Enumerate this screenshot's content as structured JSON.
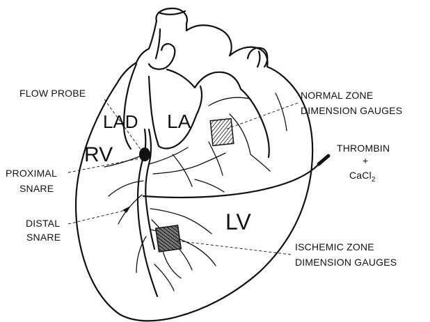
{
  "labels": {
    "flow_probe": "FLOW PROBE",
    "lad": "LAD",
    "la": "LA",
    "rv": "RV",
    "lv": "LV",
    "proximal_snare_1": "PROXIMAL",
    "proximal_snare_2": "SNARE",
    "distal_snare_1": "DISTAL",
    "distal_snare_2": "SNARE",
    "normal_zone_1": "NORMAL ZONE",
    "normal_zone_2": "DIMENSION GAUGES",
    "thrombin_1": "THROMBIN",
    "thrombin_plus": "+",
    "thrombin_2": "CaCl",
    "thrombin_sub": "2",
    "ischemic_zone_1": "ISCHEMIC ZONE",
    "ischemic_zone_2": "DIMENSION GAUGES"
  }
}
